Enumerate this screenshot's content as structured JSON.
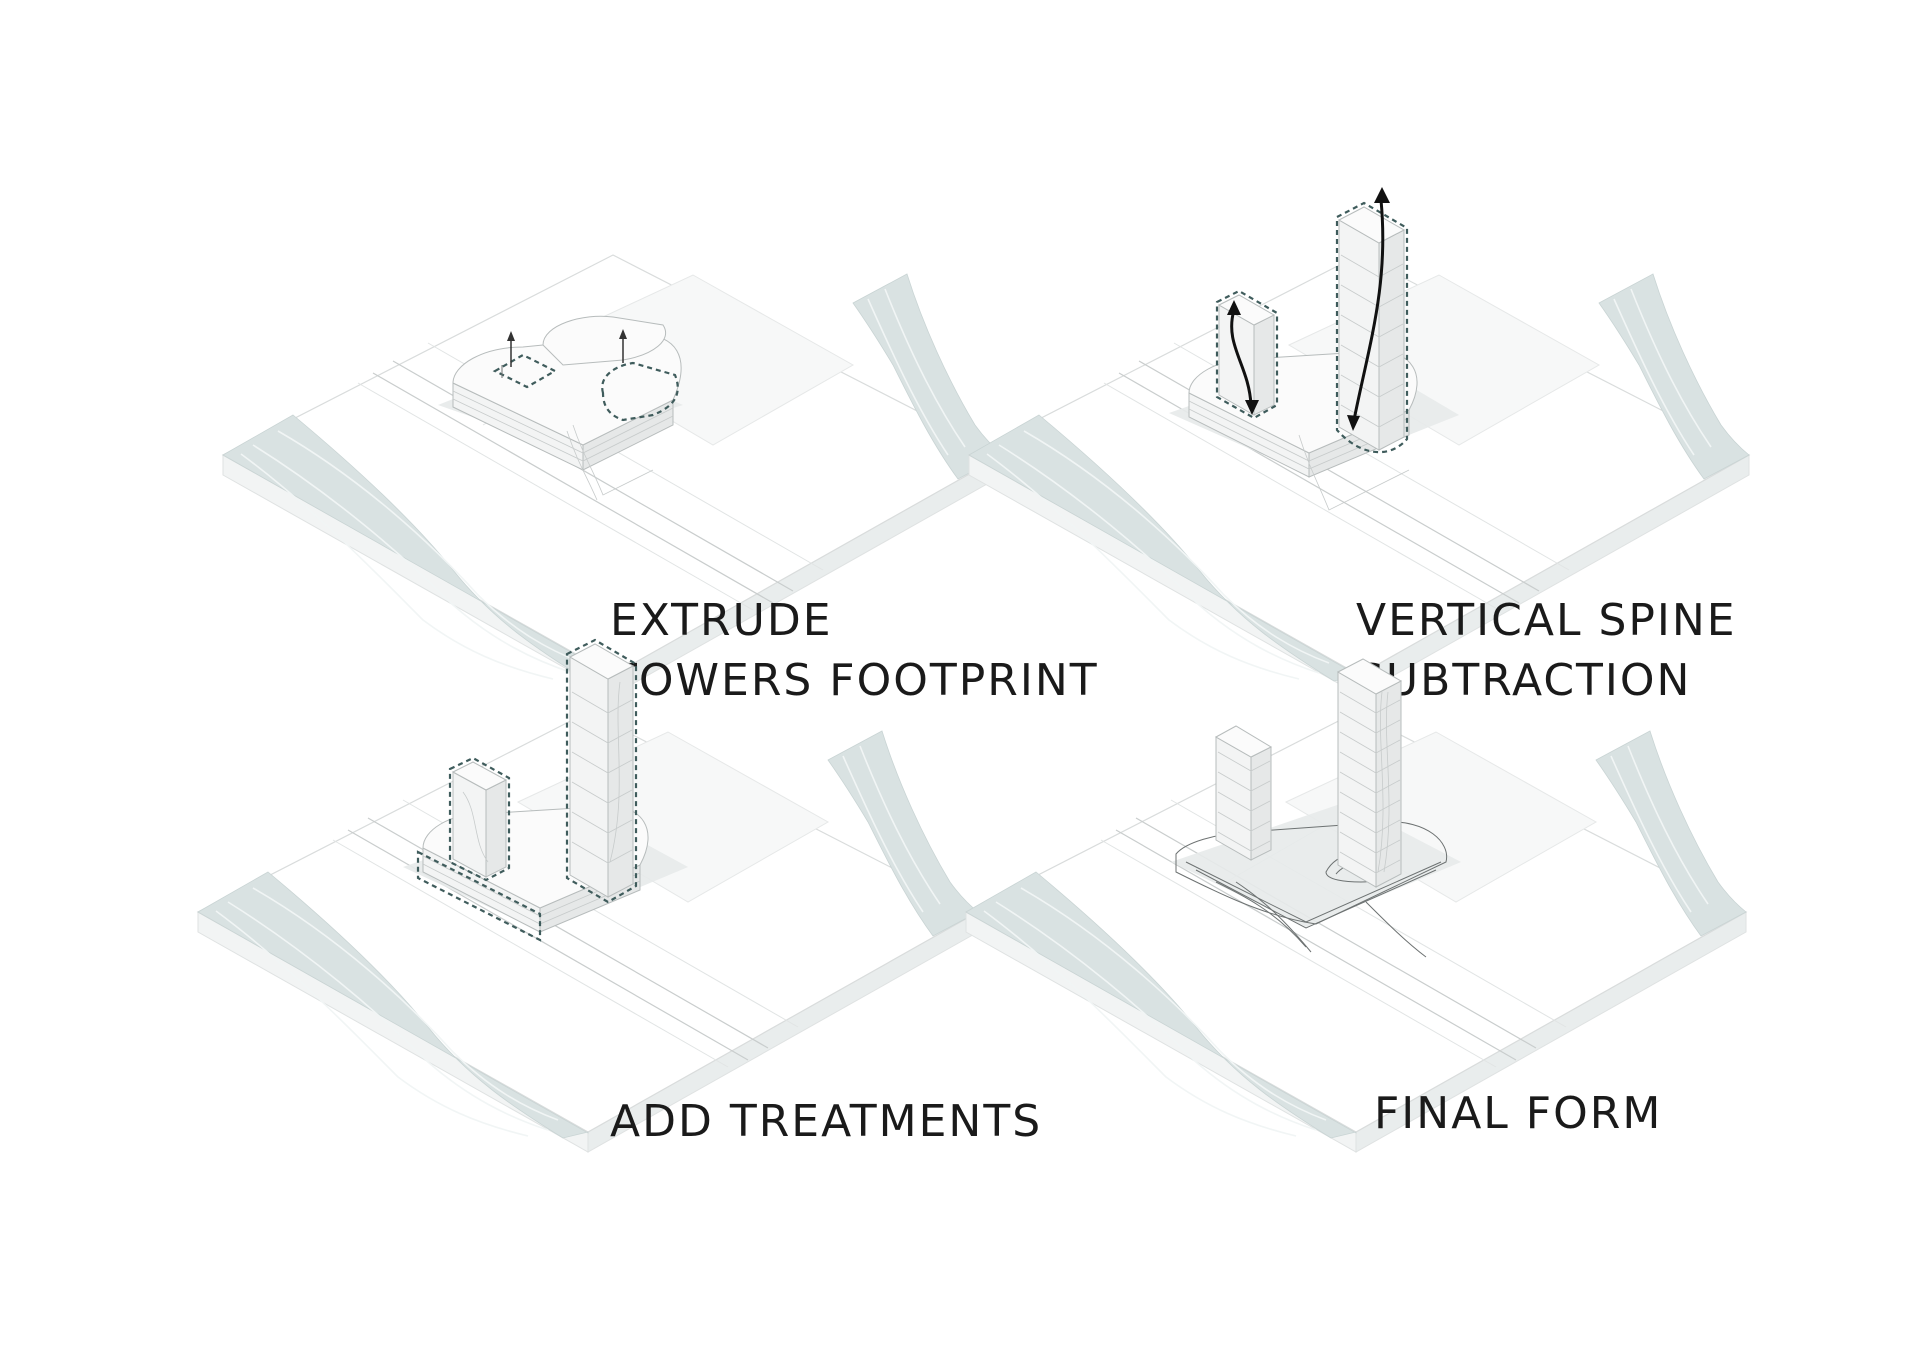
{
  "diagram": {
    "panels": [
      {
        "id": "extrude",
        "caption": [
          "EXTRUDE",
          "TOWERS FOOTPRINT"
        ]
      },
      {
        "id": "spine",
        "caption": [
          "VERTICAL SPINE",
          "SUBTRACTION"
        ]
      },
      {
        "id": "treatments",
        "caption": [
          "ADD TREATMENTS"
        ]
      },
      {
        "id": "final",
        "caption": [
          "FINAL FORM"
        ]
      }
    ]
  },
  "colors": {
    "water": "#d9e2e2",
    "ground": "#ffffff",
    "dashed_outline": "#3f5c5c",
    "arrow": "#111111",
    "text": "#1a1a1a"
  },
  "icons": [
    "up-arrow-icon",
    "curved-arrow-icon"
  ]
}
